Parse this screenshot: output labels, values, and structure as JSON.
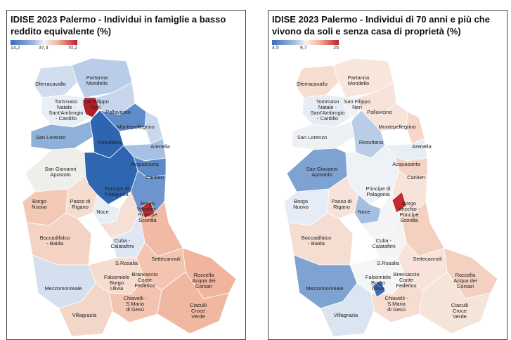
{
  "left": {
    "title": "IDISE 2023 Palermo - Individui in famiglie a basso reddito equivalente (%)",
    "legend": {
      "min": "14,2",
      "mid": "37,4",
      "max": "70,2"
    }
  },
  "right": {
    "title": "IDISE 2023 Palermo - Individui di 70 anni  e più che vivono da soli e senza casa di proprietà (%)",
    "legend": {
      "min": "4,5",
      "mid": "9,7",
      "max": "25"
    }
  },
  "labels": [
    {
      "id": "sferracavallo",
      "text": [
        "Sferracavallo"
      ]
    },
    {
      "id": "partanna",
      "text": [
        "Partanna",
        "Mondello"
      ]
    },
    {
      "id": "tommaso",
      "text": [
        "Tommaso",
        "Natale -",
        "Sant'Ambrogio",
        "- Cardillo"
      ]
    },
    {
      "id": "sanfilippo",
      "text": [
        "San Filippo",
        "Neri"
      ]
    },
    {
      "id": "pallavicino",
      "text": [
        "Pallavicino"
      ]
    },
    {
      "id": "sanlorenzo",
      "text": [
        "San Lorenzo"
      ]
    },
    {
      "id": "montepellegrino",
      "text": [
        "Montepellegrino"
      ]
    },
    {
      "id": "resuttana",
      "text": [
        "Resuttana"
      ]
    },
    {
      "id": "arenella",
      "text": [
        "Arenella"
      ]
    },
    {
      "id": "acquasanta",
      "text": [
        "Acquasanta"
      ]
    },
    {
      "id": "sangiovanni",
      "text": [
        "San Giovanni",
        "Apostolo"
      ]
    },
    {
      "id": "cantieri",
      "text": [
        "Cantieri"
      ]
    },
    {
      "id": "principe",
      "text": [
        "Principe di",
        "Palagonia"
      ]
    },
    {
      "id": "borgonuovo",
      "text": [
        "Borgo",
        "Nuovo"
      ]
    },
    {
      "id": "passo",
      "text": [
        "Passo di",
        "Rigano"
      ]
    },
    {
      "id": "borgovecchio",
      "text": [
        "Borgo",
        "Vecchio -",
        "Principe",
        "Scordia"
      ]
    },
    {
      "id": "noce",
      "text": [
        "Noce"
      ]
    },
    {
      "id": "boccadifalco",
      "text": [
        "Boccadifalco",
        "- Baida"
      ]
    },
    {
      "id": "cuba",
      "text": [
        "Cuba -",
        "Calatafimi"
      ]
    },
    {
      "id": "settecannoli",
      "text": [
        "Settecannoli"
      ]
    },
    {
      "id": "srosalia",
      "text": [
        "S.Rosalia"
      ]
    },
    {
      "id": "brancaccio",
      "text": [
        "Brancaccio",
        "Conte",
        "Federico"
      ]
    },
    {
      "id": "roccella",
      "text": [
        "Roccella",
        "Acqua dei",
        "Corsari"
      ]
    },
    {
      "id": "mezzomonreale",
      "text": [
        "Mezzomonreale"
      ]
    },
    {
      "id": "falsomiele",
      "text": [
        "Falsomiele",
        "Borgo",
        "Ulivia"
      ]
    },
    {
      "id": "chiavelli",
      "text": [
        "Chiavelli -",
        "S.Maria",
        "di Gesù"
      ]
    },
    {
      "id": "villagrazia",
      "text": [
        "Villagrazia"
      ]
    },
    {
      "id": "ciaculli",
      "text": [
        "Ciaculli",
        "Croce",
        "Verde"
      ]
    }
  ],
  "maps": {
    "left": {
      "colors": {
        "sferracavallo": "#d2def0",
        "partanna": "#b9cde8",
        "tommaso": "#eaeff6",
        "sanfilippo": "#b0202a",
        "pallavicino": "#c7d6ec",
        "sanlorenzo": "#8fb0d9",
        "montepellegrino": "#5f8cc8",
        "resuttana": "#2e64b0",
        "arenella": "#c9d8ec",
        "acquasanta": "#a5c0e2",
        "sangiovanni": "#eeeeea",
        "cantieri": "#5d8ac6",
        "principe": "#2f66b2",
        "borgonuovo": "#f3c8b5",
        "passo": "#f6dbcf",
        "borgovecchio": "#6b95cc",
        "noce": "#e8eef6",
        "boccadifalco": "#f4d2c4",
        "cuba": "#f6e0d6",
        "settecannoli": "#f0baa5",
        "srosalia": "#dfe7f3",
        "brancaccio": "#f3c5b1",
        "roccella": "#f1b59d",
        "mezzomonreale": "#d4e0f0",
        "falsomiele": "#f6dbcf",
        "chiavelli": "#f3c5b1",
        "villagrazia": "#f4d6c9",
        "ciaculli": "#f0b8a1",
        "hotspot": "#c42a30"
      }
    },
    "right": {
      "colors": {
        "sferracavallo": "#f6ddd1",
        "partanna": "#f8e6dc",
        "tommaso": "#e7edf5",
        "sanfilippo": "#eef2f7",
        "pallavicino": "#f7e3d9",
        "sanlorenzo": "#eef1f4",
        "montepellegrino": "#f7e3d9",
        "resuttana": "#b9cde6",
        "arenella": "#f5d6c9",
        "acquasanta": "#e8eef6",
        "sangiovanni": "#7ea2d2",
        "cantieri": "#f4d3c5",
        "principe": "#eef2f7",
        "borgonuovo": "#e6ecf5",
        "passo": "#f7e3d9",
        "borgovecchio": "#f7e3d9",
        "noce": "#a5bfe0",
        "boccadifalco": "#f6ddd1",
        "cuba": "#f2f4f6",
        "settecannoli": "#f4d0c1",
        "srosalia": "#f4f4f2",
        "brancaccio": "#f7e3d9",
        "roccella": "#f4d0c1",
        "mezzomonreale": "#7ea2d2",
        "falsomiele": "#f3f5f7",
        "chiavelli": "#f6ddd1",
        "villagrazia": "#dbe5f2",
        "ciaculli": "#f5e4d8",
        "hotspot": "#c42a30",
        "blue-spot": "#3e6fb6"
      }
    }
  }
}
